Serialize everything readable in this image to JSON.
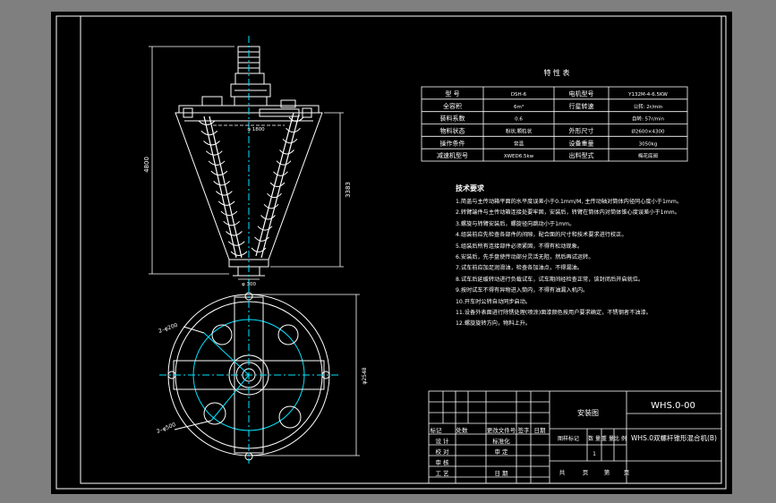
{
  "colors": {
    "background": "#7f7f7f",
    "sheet": "#000000",
    "line": "#ffffff",
    "accent_cyan": "#00e5ff",
    "accent_yellow": "#ffff66",
    "accent_green": "#33ff66"
  },
  "views": {
    "front": {
      "dim_total_height": "4800",
      "dim_body_height": "3383",
      "dim_outlet_dia": "φ 300",
      "dim_top_port": "φ 1800"
    },
    "plan": {
      "dim_port_a": "2–φ200",
      "dim_port_b": "2–φ500",
      "dim_overall_dia": "φ2548"
    }
  },
  "spec_table": {
    "title": "特 性 表",
    "rows": [
      [
        "型 号",
        "DSH-6",
        "电机型号",
        "Y132M-4-6.5KW"
      ],
      [
        "全容积",
        "6m³",
        "行星转速",
        "公转: 2r/min"
      ],
      [
        "装料系数",
        "0.6",
        "",
        "自转: 57r/min"
      ],
      [
        "物料状态",
        "粉状,颗粒状",
        "外形尺寸",
        "Ø2600×4300"
      ],
      [
        "操作条件",
        "常温",
        "设备重量",
        "3050kg"
      ],
      [
        "减速机型号",
        "XWED6.5kw",
        "出料型式",
        "梅花底阀"
      ]
    ]
  },
  "notes": {
    "heading": "技术要求",
    "lines": [
      "1.简盖与主传动箱平面的水平度误差小于0.1mm/M, 主传动轴对筒体内径同心度小于1mm。",
      "2.转臂端件与主传动箱连接处要牢固，安装后，转臂在筒体内对筒体锥心度误差小于1mm。",
      "3.螺旋与转臂安装后，螺旋径向跳动小于1mm。",
      "4.组装前应先检查各部件的间隙，配合面的尺寸和技术要求进行校正。",
      "5.组装后所有连接部件必须紧固，不得有松动现象。",
      "6.安装后，先手盘使传动部分灵活无阻，然后再试运转。",
      "7.试车前应加足润滑油，检查各加油点，不得漏油。",
      "8.试车后延缓转动进行负载试车，试车期间经检查正常，该封闭后开启就位。",
      "9.按时试车不得有异物进入筒内，不得有油漏入机内。",
      "10.开车时公转自动同步启动。",
      "11.设备外表面进行除锈处理(喷涂)面漆颜色按用户要求确定，不锈钢者不油漆。",
      "12.螺旋旋转方向，物料上升。"
    ]
  },
  "title_block": {
    "drawing_no": "WHS.0-00",
    "drawing_name": "WHS.0双螺杆锥形混合机(B)",
    "view_name": "安装图",
    "col_labels": [
      "标记",
      "处数",
      "更改文件号",
      "签字",
      "日期"
    ],
    "roles": [
      "设 计",
      "校 对",
      "审 核",
      "工 艺"
    ],
    "mid_labels": [
      "标准化",
      "审 定",
      "日 期"
    ],
    "stage_labels": [
      "图样标记",
      "数 量",
      "重 量",
      "比 例"
    ],
    "quantity": "1",
    "sheet_labels": [
      "共",
      "页",
      "第",
      "页"
    ]
  }
}
